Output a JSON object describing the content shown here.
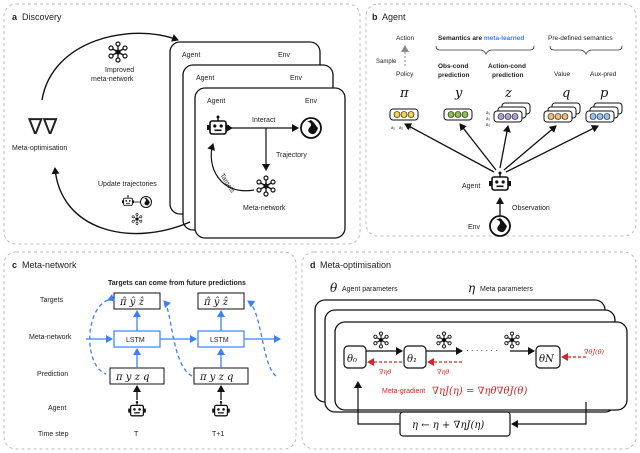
{
  "panel_a": {
    "letter": "a",
    "title": "Discovery",
    "improved_line1": "Improved",
    "improved_line2": "meta-network",
    "meta_opt": "Meta-optimisation",
    "nabla": "∇∇",
    "update_traj": "Update trajectories",
    "agent": "Agent",
    "env": "Env",
    "interact": "Interact",
    "trajectory": "Trajectory",
    "targets": "Targets",
    "meta_network": "Meta-network"
  },
  "panel_b": {
    "letter": "b",
    "title": "Agent",
    "action": "Action",
    "sample": "Sample",
    "policy": "Policy",
    "semantics_prefix": "Semantics are ",
    "semantics_highlight": "meta-learned",
    "obs_cond_1": "Obs-cond",
    "obs_cond_2": "prediction",
    "act_cond_1": "Action-cond",
    "act_cond_2": "prediction",
    "predefined": "Pre-defined semantics",
    "value": "Value",
    "aux_pred": "Aux-pred",
    "sym_pi": "π",
    "sym_y": "y",
    "sym_z": "z",
    "sym_q": "q",
    "sym_p": "p",
    "a1": "a₁",
    "a2": "a₂",
    "a3": "a₃",
    "agent": "Agent",
    "observation": "Observation",
    "env": "Env"
  },
  "panel_c": {
    "letter": "c",
    "title": "Meta-network",
    "subtitle": "Targets can come from future predictions",
    "row_targets": "Targets",
    "row_meta": "Meta-network",
    "row_prediction": "Prediction",
    "row_agent": "Agent",
    "row_time": "Time step",
    "targets_text": "π̂ ŷ ẑ",
    "lstm": "LSTM",
    "pred_text": "π y z q",
    "t1": "T",
    "t2": "T+1"
  },
  "panel_d": {
    "letter": "d",
    "title": "Meta-optimisation",
    "theta_sym": "θ",
    "agent_params": "Agent parameters",
    "eta_sym": "η",
    "meta_params": "Meta parameters",
    "theta0": "θ₀",
    "theta1": "θ₁",
    "thetaN": "θN",
    "dots": "· · · · · · ·",
    "grad1": "∇ηθ",
    "grad2": "∇ηθ",
    "grad_final": "∇θJ(θ)",
    "meta_gradient_label": "Meta-gradient",
    "meta_gradient_eq": "∇ηJ(η) = ∇ηθ∇θJ(θ)",
    "update_eq": "η ← η + ∇ηJ(η)"
  },
  "colors": {
    "blue": "#3b82f6",
    "red": "#d42626",
    "yellow": "#f5d34a",
    "green": "#8bc34a",
    "purple": "#b39ddb",
    "orange": "#f5b971",
    "lightblue": "#90c2f4"
  }
}
